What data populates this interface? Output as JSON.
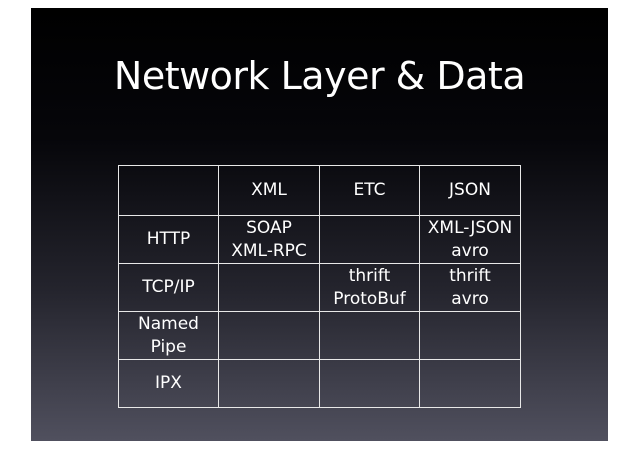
{
  "slide": {
    "title": "Network Layer & Data"
  },
  "table": {
    "columns": [
      "",
      "XML",
      "ETC",
      "JSON"
    ],
    "rows": [
      {
        "header": [
          "HTTP"
        ],
        "cells": [
          [
            "SOAP",
            "XML-RPC"
          ],
          [],
          [
            "XML-JSON",
            "avro"
          ]
        ]
      },
      {
        "header": [
          "TCP/IP"
        ],
        "cells": [
          [],
          [
            "thrift",
            "ProtoBuf"
          ],
          [
            "thrift",
            "avro"
          ]
        ]
      },
      {
        "header": [
          "Named",
          "Pipe"
        ],
        "cells": [
          [],
          [],
          []
        ]
      },
      {
        "header": [
          "IPX"
        ],
        "cells": [
          [],
          [],
          []
        ]
      }
    ]
  }
}
